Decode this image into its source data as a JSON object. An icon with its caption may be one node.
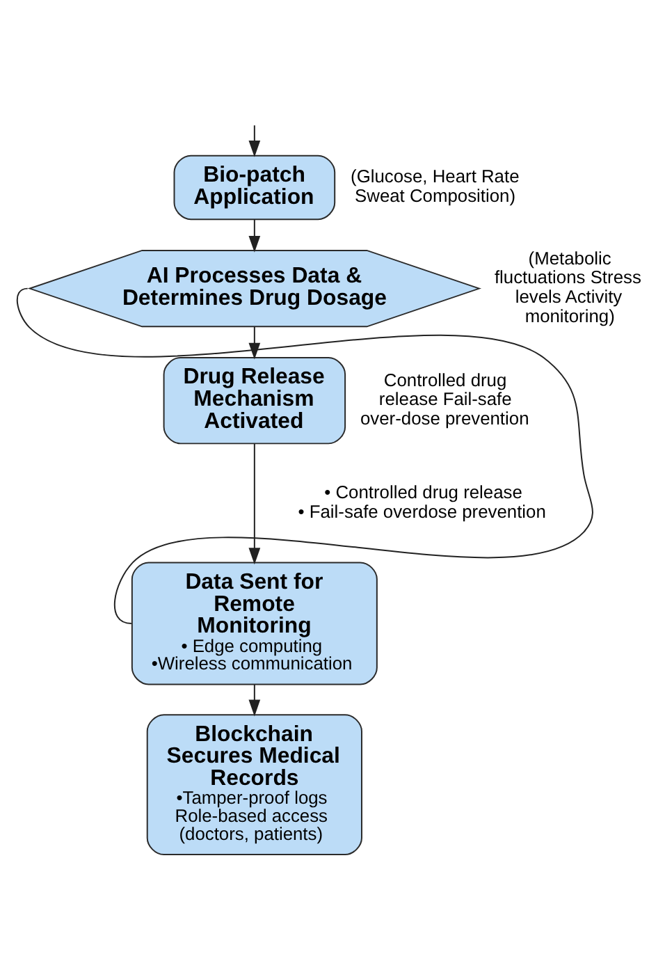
{
  "diagram": {
    "nodes": [
      {
        "text": [
          "Bio-patch Application"
        ],
        "beside": [
          "(Glucose, Heart Rate Sweat Composition)"
        ]
      },
      {
        "text": [
          "AI Processes Data & Determines Drug Dosage"
        ],
        "beside": [
          "(Metabolic fluctuations Stress levels Activity monitoring)"
        ]
      },
      {
        "text": [
          "Drug Release Mechanism Activated"
        ],
        "beside": [
          "Controlled drug release Fail-safe over-dose prevention"
        ]
      },
      {
        "text": [
          "Data Sent for Remote Monitoring",
          "• Edge computing",
          "•Wireless communication"
        ]
      },
      {
        "text": [
          "Blockchain Secures Medical Records",
          "•Tamper-proof logs",
          "Role-based access (doctors, patients)"
        ]
      }
    ],
    "edges": [
      {
        "from": null,
        "to": 0,
        "arrow": "to"
      },
      {
        "from": 0,
        "to": 1,
        "arrow": "to"
      },
      {
        "from": 1,
        "to": 2,
        "arrow": "to"
      },
      {
        "from": 2,
        "to": 3,
        "arrow": "to"
      },
      {
        "from": 3,
        "to": 4,
        "arrow": "to"
      },
      {
        "from": 3,
        "to": 1,
        "arrow": "none"
      }
    ],
    "labels": [
      "• Controlled drug release",
      "• Fail-safe overdose prevention"
    ]
  }
}
